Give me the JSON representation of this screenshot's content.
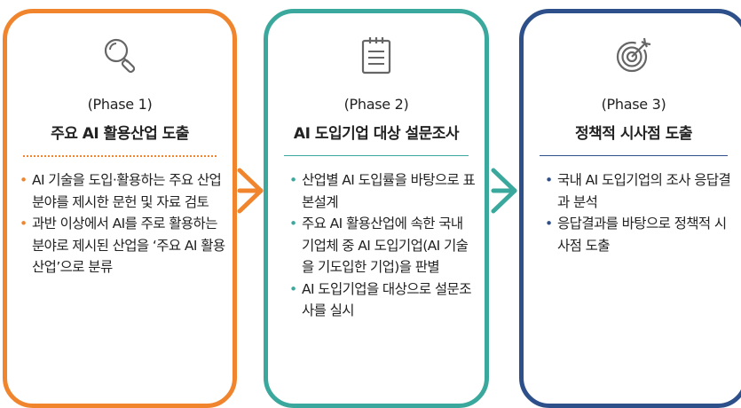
{
  "phases": [
    {
      "subtitle": "(Phase 1)",
      "title": "주요 AI 활용산업 도출",
      "icon": "magnifier-icon",
      "color": "#f0852d",
      "items": [
        "AI 기술을 도입·활용하는 주요 산업분야를 제시한 문헌 및 자료 검토",
        "과반 이상에서 AI를 주로 활용하는 분야로 제시된 산업을 ‘주요 AI 활용산업’으로 분류"
      ]
    },
    {
      "subtitle": "(Phase 2)",
      "title": "AI 도입기업 대상 설문조사",
      "icon": "clipboard-icon",
      "color": "#3aa89c",
      "items": [
        "산업별 AI 도입률을 바탕으로 표본설계",
        "주요 AI 활용산업에 속한 국내 기업체 중 AI 도입기업(AI 기술을 기도입한 기업)을 판별",
        "AI 도입기업을 대상으로 설문조사를 실시"
      ]
    },
    {
      "subtitle": "(Phase 3)",
      "title": "정책적 시사점 도출",
      "icon": "target-icon",
      "color": "#2d4f8a",
      "items": [
        "국내 AI 도입기업의 조사 응답결과 분석",
        "응답결과를 바탕으로 정책적 시사점 도출"
      ]
    }
  ],
  "arrows": [
    {
      "icon": "arrow-right-icon",
      "color": "#f0852d"
    },
    {
      "icon": "arrow-right-icon",
      "color": "#3aa89c"
    }
  ]
}
